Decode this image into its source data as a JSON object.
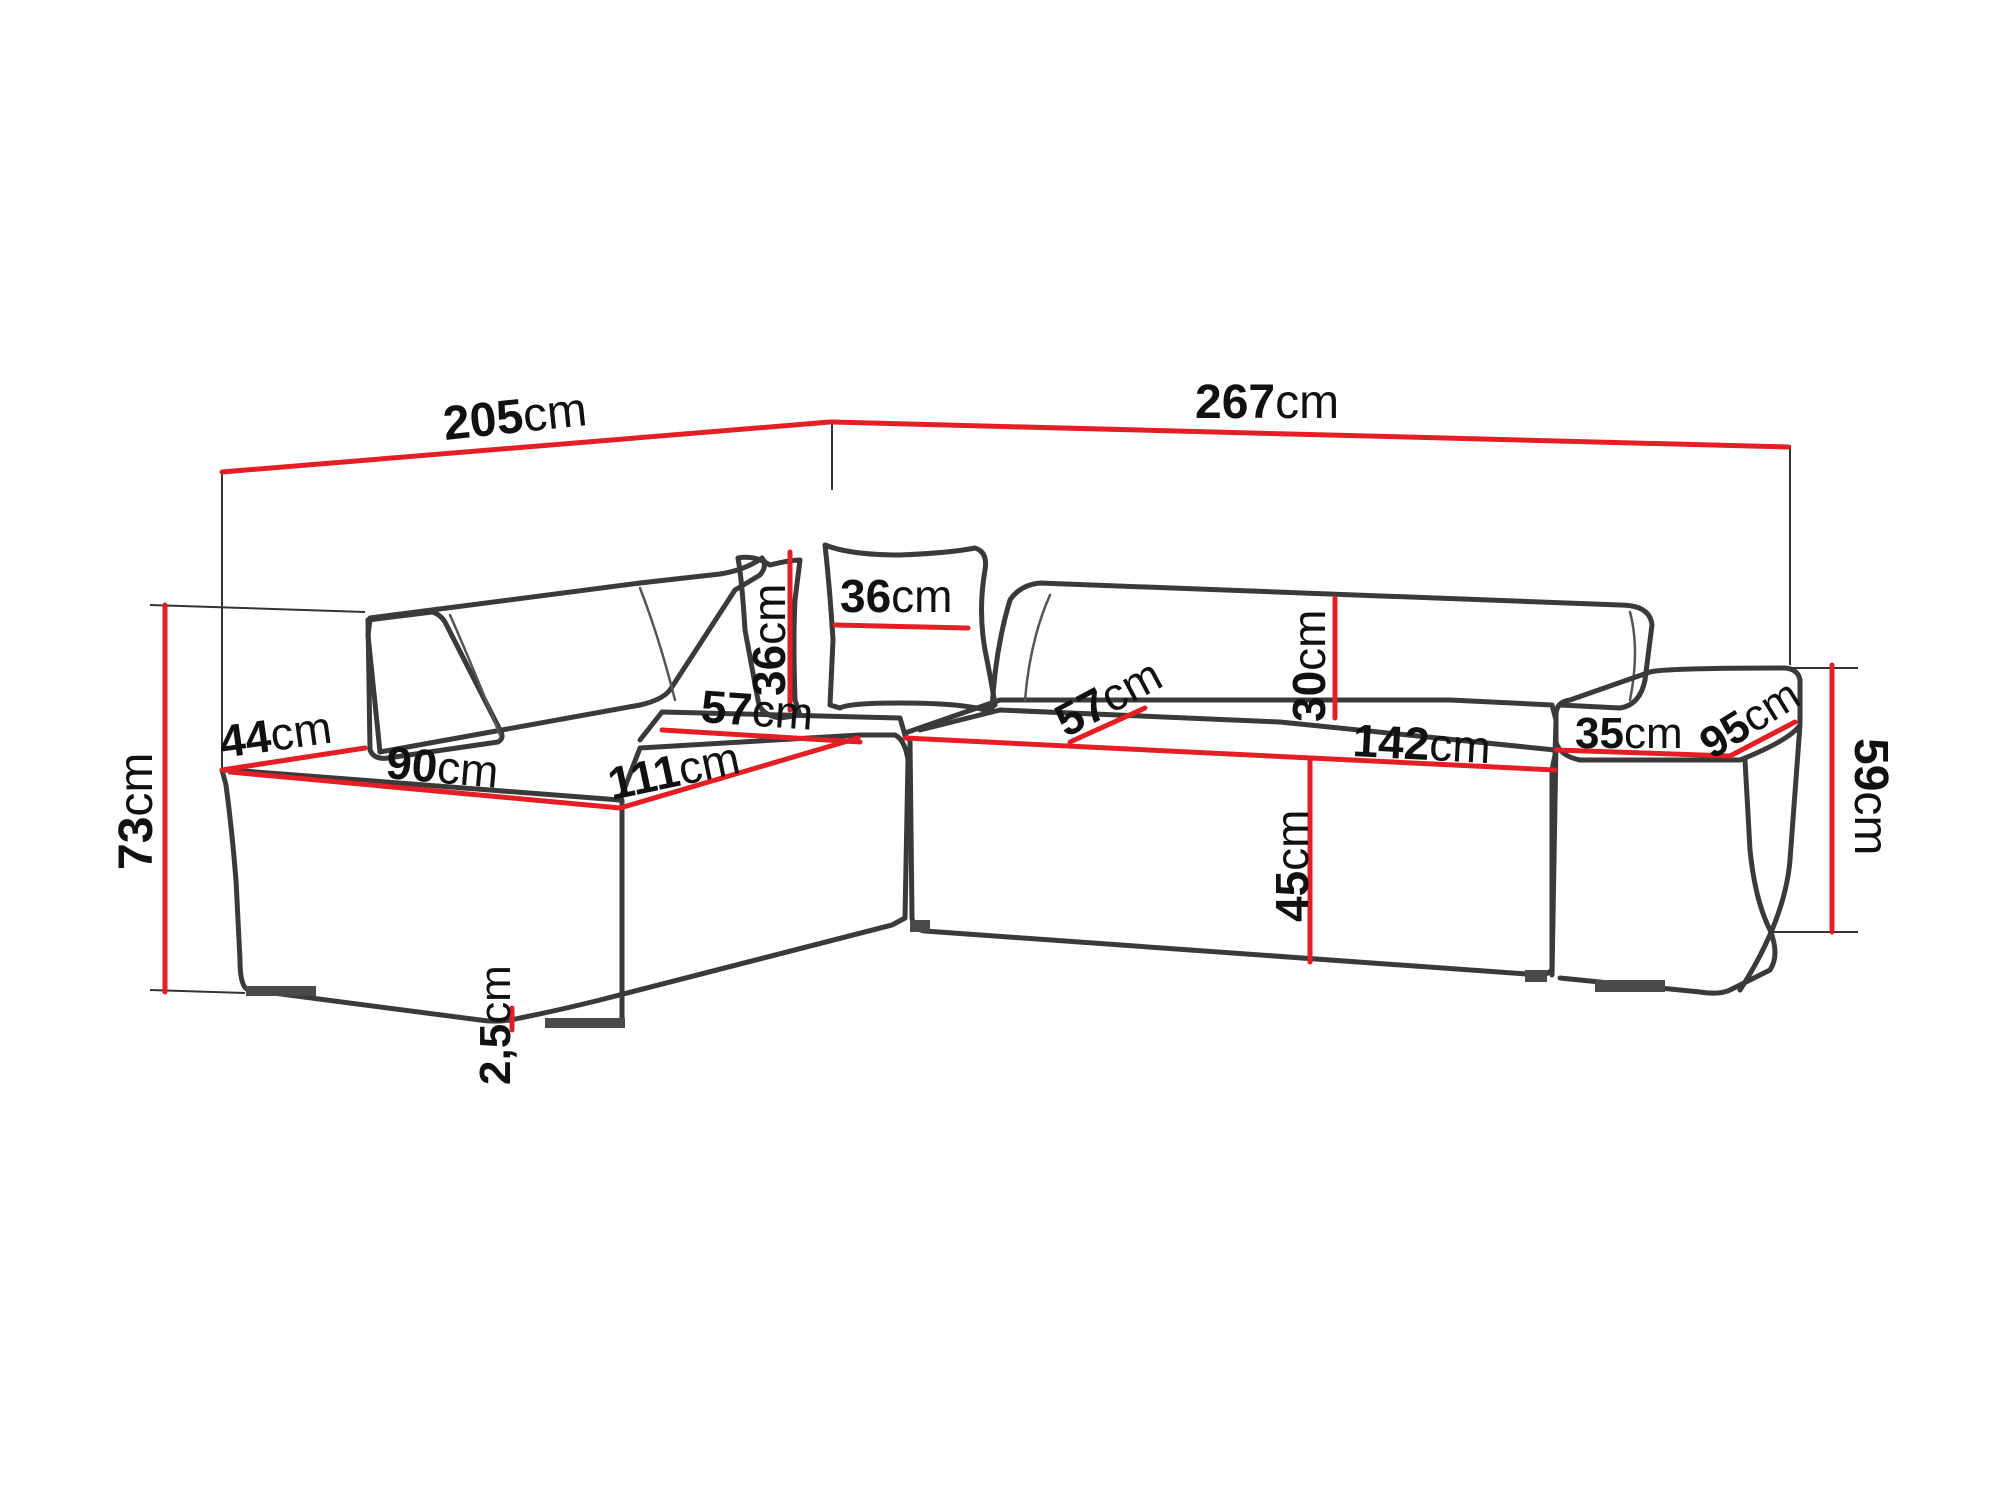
{
  "colors": {
    "dimension_line": "#e31e24",
    "outline": "#3a3a3a",
    "text": "#111111",
    "background": "#ffffff"
  },
  "dimensions": [
    {
      "id": "overall-width-left",
      "value": "205",
      "unit": "cm"
    },
    {
      "id": "overall-width-right",
      "value": "267",
      "unit": "cm"
    },
    {
      "id": "total-height",
      "value": "73",
      "unit": "cm"
    },
    {
      "id": "arm-height",
      "value": "59",
      "unit": "cm"
    },
    {
      "id": "left-arm-depth",
      "value": "44",
      "unit": "cm"
    },
    {
      "id": "left-seat-width",
      "value": "90",
      "unit": "cm"
    },
    {
      "id": "chaise-length",
      "value": "111",
      "unit": "cm"
    },
    {
      "id": "corner-seat-depth",
      "value": "57",
      "unit": "cm"
    },
    {
      "id": "pillow-height",
      "value": "36",
      "unit": "cm"
    },
    {
      "id": "pillow-width",
      "value": "36",
      "unit": "cm"
    },
    {
      "id": "right-seat-depth",
      "value": "57",
      "unit": "cm"
    },
    {
      "id": "backrest-height",
      "value": "30",
      "unit": "cm"
    },
    {
      "id": "seat-height",
      "value": "45",
      "unit": "cm"
    },
    {
      "id": "right-seat-width",
      "value": "142",
      "unit": "cm"
    },
    {
      "id": "arm-width",
      "value": "35",
      "unit": "cm"
    },
    {
      "id": "arm-depth",
      "value": "95",
      "unit": "cm"
    },
    {
      "id": "foot-height",
      "value": "2,5",
      "unit": "cm"
    }
  ]
}
